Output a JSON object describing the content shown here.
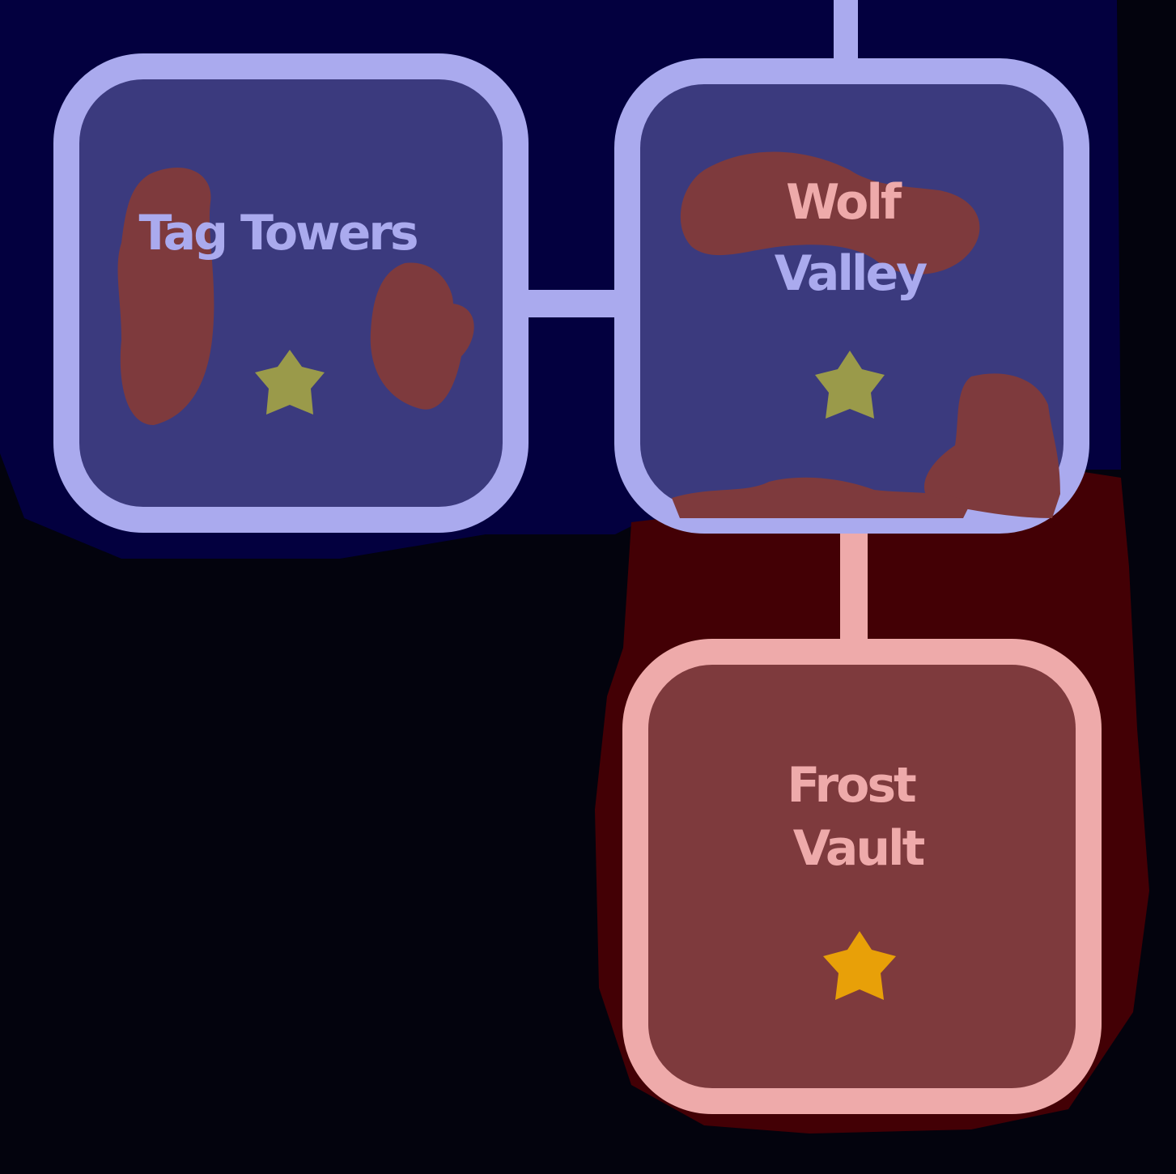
{
  "map": {
    "rooms": [
      {
        "id": "tag-towers",
        "label_lines": [
          "Tag Towers"
        ],
        "zone": "blue",
        "star": "dim"
      },
      {
        "id": "wolf-valley",
        "label_lines": [
          "Wolf",
          "Valley"
        ],
        "zone": "blue",
        "star": "dim"
      },
      {
        "id": "frost-vault",
        "label_lines": [
          "Frost",
          "Vault"
        ],
        "zone": "red",
        "star": "active"
      }
    ],
    "connections": [
      {
        "from": "tag-towers",
        "to": "wolf-valley"
      },
      {
        "from": "wolf-valley",
        "to": "frost-vault"
      },
      {
        "from": "wolf-valley",
        "to": "offscreen-north"
      }
    ],
    "colors": {
      "background": "#03030d",
      "blue_zone": "#03003f",
      "blue_room_fill": "#3b3a7e",
      "blue_room_border": "#aaaaee",
      "red_zone": "#430005",
      "red_room_fill": "#7e3a3d",
      "red_room_border": "#eeaaaa",
      "blob": "#7e3a3d",
      "star_dim": "#9a9a4a",
      "star_active": "#e8a008"
    }
  }
}
